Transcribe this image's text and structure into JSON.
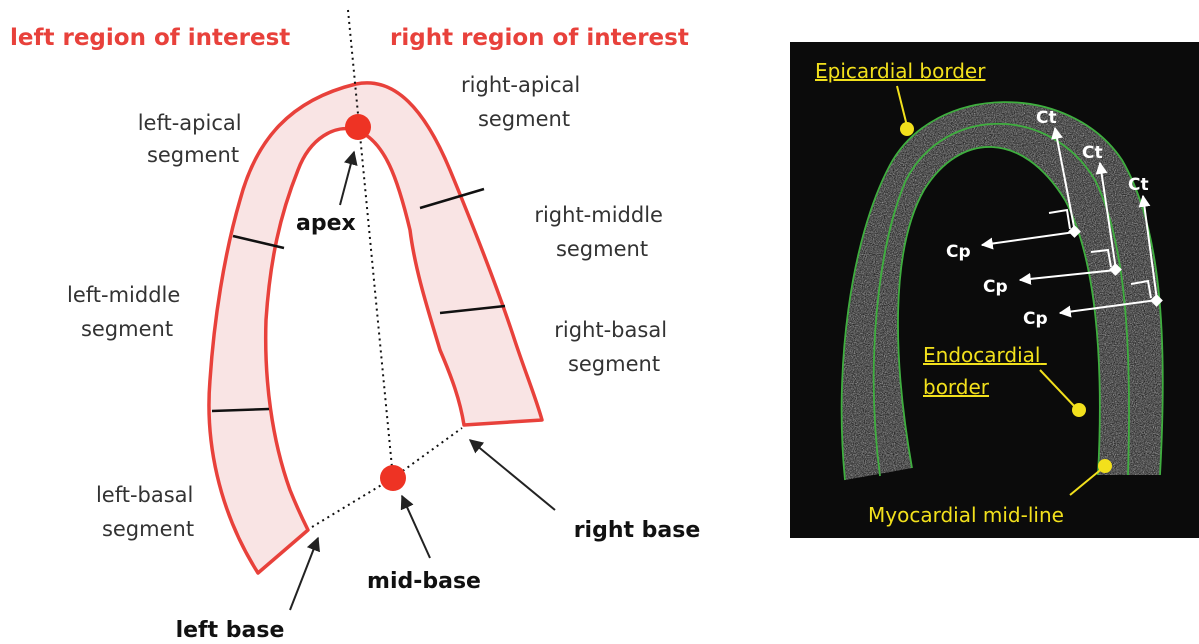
{
  "colors": {
    "region_title": "#e8413b",
    "myocardium_outline": "#e8413b",
    "myocardium_fill": "#f9e4e4",
    "marker": "#ee3324",
    "ultrasound_background": "#0b0b0b",
    "tracing": "#3fae3f",
    "callout": "#f2e01c",
    "vector": "#ffffff"
  },
  "left_panel": {
    "left_region_title": "left region of interest",
    "right_region_title": "right region of interest",
    "segments": {
      "left_apical": [
        "left-apical",
        "segment"
      ],
      "left_middle": [
        "left-middle",
        "segment"
      ],
      "left_basal": [
        "left-basal",
        "segment"
      ],
      "right_apical": [
        "right-apical",
        "segment"
      ],
      "right_middle": [
        "right-middle",
        "segment"
      ],
      "right_basal": [
        "right-basal",
        "segment"
      ]
    },
    "landmarks": {
      "apex": "apex",
      "mid_base": "mid-base",
      "left_base": "left base",
      "right_base": "right base"
    }
  },
  "right_panel": {
    "epicardial_border": "Epicardial border",
    "endocardial_border": [
      "Endocardial",
      "border"
    ],
    "myocardial_midline": "Myocardial mid-line",
    "vectors": {
      "circumferential": "Cp",
      "tangential": "Ct"
    },
    "icons": [
      "point-dot-icon",
      "arrow-icon",
      "right-angle-icon"
    ]
  }
}
